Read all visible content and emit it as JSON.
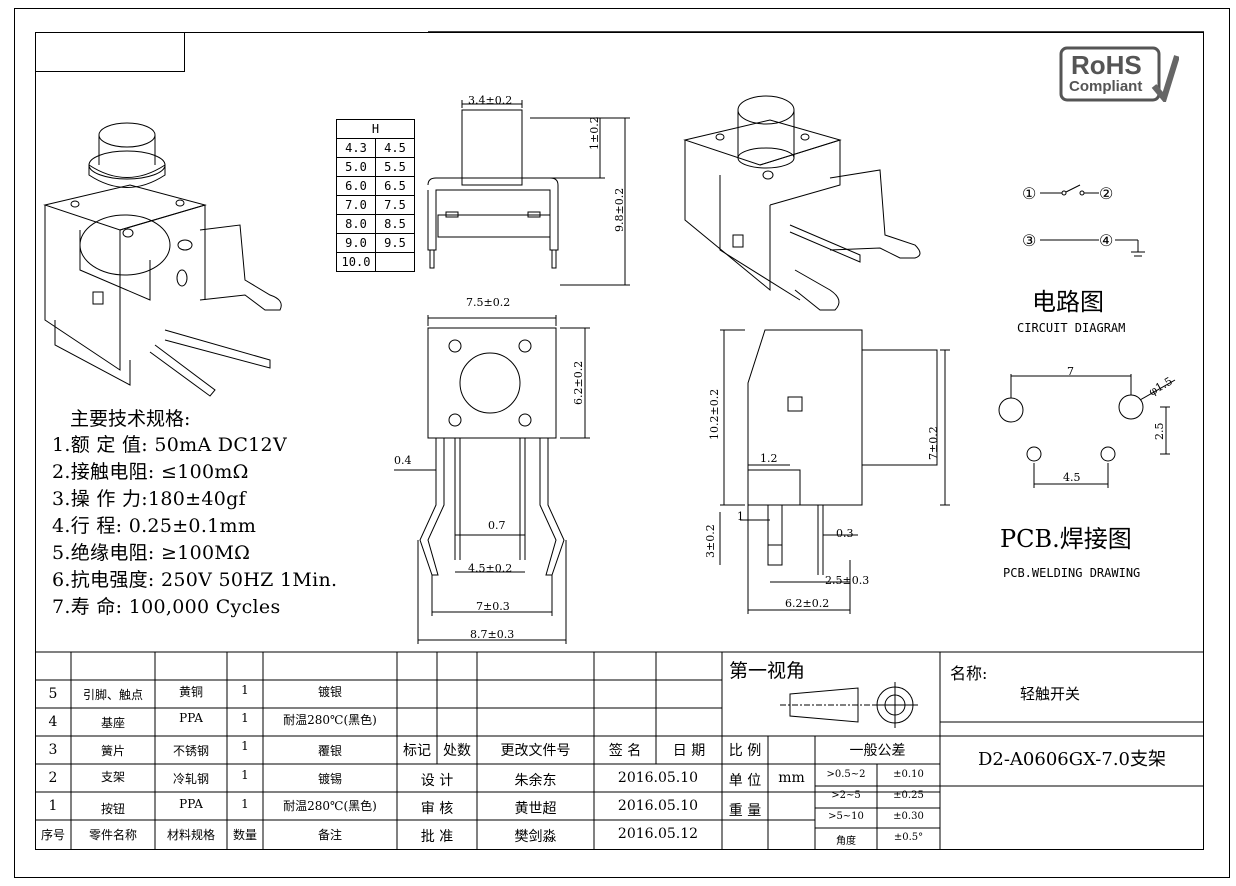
{
  "specs": {
    "title": "主要技术规格:",
    "items": [
      "1.额 定 值: 50mA DC12V",
      "2.接触电阻: ≤100mΩ",
      "3.操 作 力:180±40gf",
      "4.行    程: 0.25±0.1mm",
      "5.绝缘电阻: ≥100MΩ",
      "6.抗电强度: 250V 50HZ 1Min.",
      "7.寿    命: 100,000 Cycles"
    ]
  },
  "height_table": {
    "header": "H",
    "rows": [
      [
        "4.3",
        "4.5"
      ],
      [
        "5.0",
        "5.5"
      ],
      [
        "6.0",
        "6.5"
      ],
      [
        "7.0",
        "7.5"
      ],
      [
        "8.0",
        "8.5"
      ],
      [
        "9.0",
        "9.5"
      ],
      [
        "10.0",
        ""
      ]
    ]
  },
  "dims": {
    "top_width": "3.4±0.2",
    "side_h1": "1±0.2",
    "side_h2": "9.8±0.2",
    "front_width": "7.5±0.2",
    "front_h": "6.2±0.2",
    "pin_04": "0.4",
    "pin_07": "0.7",
    "pitch_45": "4.5±0.2",
    "width_7": "7±0.3",
    "width_87": "8.7±0.3",
    "side_10": "10.2±0.2",
    "side_7": "7±0.2",
    "side_12": "1.2",
    "side_1": "1",
    "side_3": "3±0.2",
    "side_03": "0.3",
    "side_25": "2.5±0.3",
    "side_62": "6.2±0.2",
    "pcb_7": "7",
    "pcb_hole": "φ1.5",
    "pcb_25": "2.5",
    "pcb_45": "4.5"
  },
  "rohs": {
    "line1": "RoHS",
    "line2": "Compliant"
  },
  "circuit": {
    "pins": [
      "①",
      "②",
      "③",
      "④"
    ],
    "title_cn": "电路图",
    "title_en": "CIRCUIT DIAGRAM"
  },
  "pcb": {
    "title_cn": "PCB.焊接图",
    "title_en": "PCB.WELDING DRAWING"
  },
  "title_block": {
    "parts": [
      {
        "no": "5",
        "name": "引脚、触点",
        "material": "黄铜",
        "qty": "1",
        "note": "镀银"
      },
      {
        "no": "4",
        "name": "基座",
        "material": "PPA",
        "qty": "1",
        "note": "耐温280℃(黑色)"
      },
      {
        "no": "3",
        "name": "簧片",
        "material": "不锈钢",
        "qty": "1",
        "note": "覆银"
      },
      {
        "no": "2",
        "name": "支架",
        "material": "冷轧钢",
        "qty": "1",
        "note": "镀锡"
      },
      {
        "no": "1",
        "name": "按钮",
        "material": "PPA",
        "qty": "1",
        "note": "耐温280℃(黑色)"
      }
    ],
    "part_headers": {
      "no": "序号",
      "name": "零件名称",
      "material": "材料规格",
      "qty": "数量",
      "note": "备注"
    },
    "rev_headers": {
      "mark": "标记",
      "place": "处数",
      "doc": "更改文件号",
      "sign": "签 名",
      "date": "日 期"
    },
    "approvals": [
      {
        "role": "设 计",
        "name": "朱余东",
        "date": "2016.05.10"
      },
      {
        "role": "审 核",
        "name": "黄世超",
        "date": "2016.05.10"
      },
      {
        "role": "批 准",
        "name": "樊剑淼",
        "date": "2016.05.12"
      }
    ],
    "projection": "第一视角",
    "scale_label": "比 例",
    "unit_label": "单 位",
    "unit_value": "mm",
    "weight_label": "重 量",
    "tolerance_title": "一般公差",
    "tolerances": [
      {
        "range": ">0.5~2",
        "value": "±0.10"
      },
      {
        "range": ">2~5",
        "value": "±0.25"
      },
      {
        "range": ">5~10",
        "value": "±0.30"
      },
      {
        "range": "角度",
        "value": "±0.5°"
      }
    ],
    "name_label": "名称:",
    "name_value": "轻触开关",
    "part_number": "D2-A0606GX-7.0支架"
  }
}
